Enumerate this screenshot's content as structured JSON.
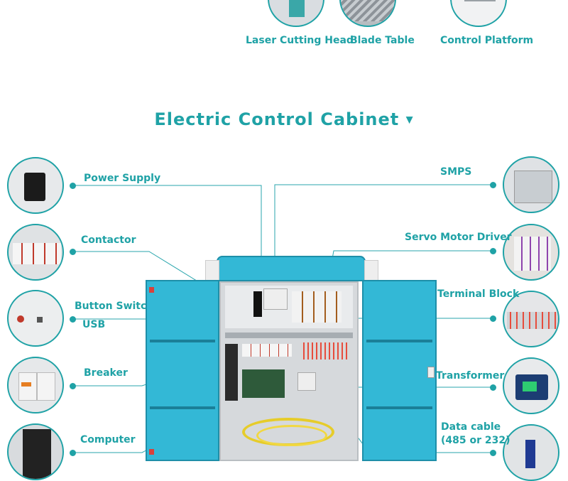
{
  "top_labels": {
    "laser_head": "Laser Cutting Head",
    "blade_table": "Blade Table",
    "control_platform": "Control Platform"
  },
  "section_title": "Electric Control Cabinet",
  "section_arrow": "▼",
  "left_labels": {
    "power_supply": "Power Supply",
    "contactor": "Contactor",
    "button_switch": "Button Switch",
    "usb": "USB",
    "breaker": "Breaker",
    "computer": "Computer"
  },
  "right_labels": {
    "smps": "SMPS",
    "servo": "Servo Motor Driver",
    "terminal": "Terminal Block",
    "transformer": "Transformer",
    "data_cable_line1": "Data cable",
    "data_cable_line2": "(485 or 232)"
  },
  "colors": {
    "accent": "#1fa2a6",
    "cabinet": "#33b8d6"
  }
}
